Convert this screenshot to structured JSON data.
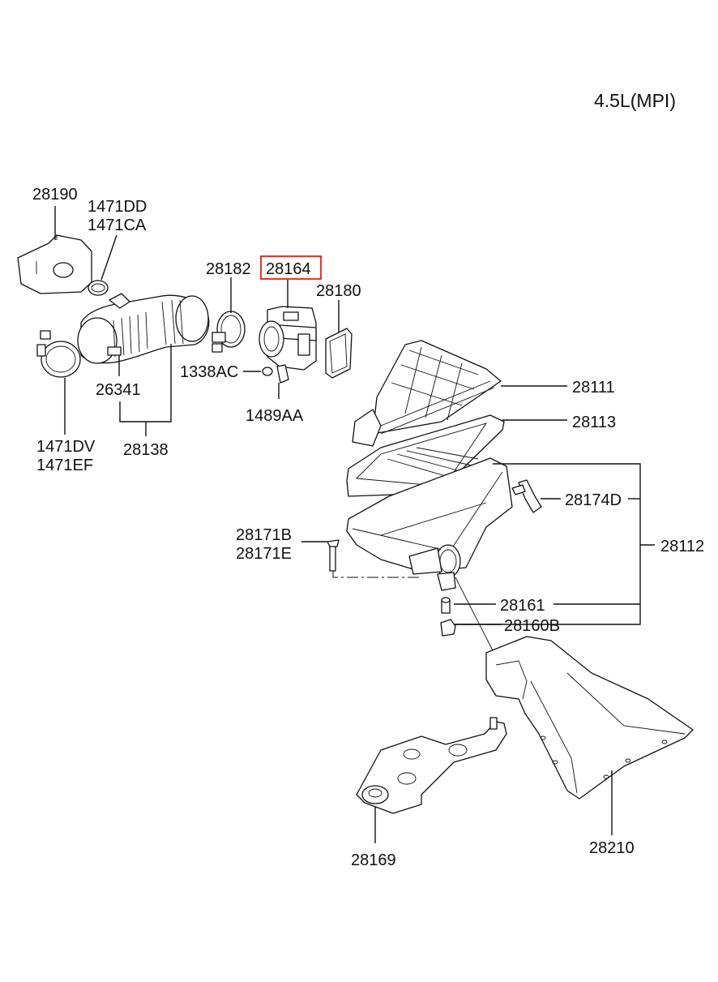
{
  "engine_label": "4.5L(MPI)",
  "labels": {
    "p28190": "28190",
    "p1471DD": "1471DD",
    "p1471CA": "1471CA",
    "p28182": "28182",
    "p28164": "28164",
    "p28180": "28180",
    "p1338AC": "1338AC",
    "p1489AA": "1489AA",
    "p26341": "26341",
    "p28138": "28138",
    "p1471DV": "1471DV",
    "p1471EF": "1471EF",
    "p28111": "28111",
    "p28113": "28113",
    "p28174D": "28174D",
    "p28112": "28112",
    "p28171B": "28171B",
    "p28171E": "28171E",
    "p28161": "28161",
    "p28160B": "28160B",
    "p28169": "28169",
    "p28210": "28210"
  },
  "highlight": {
    "part": "28164",
    "color": "#e0211b"
  }
}
